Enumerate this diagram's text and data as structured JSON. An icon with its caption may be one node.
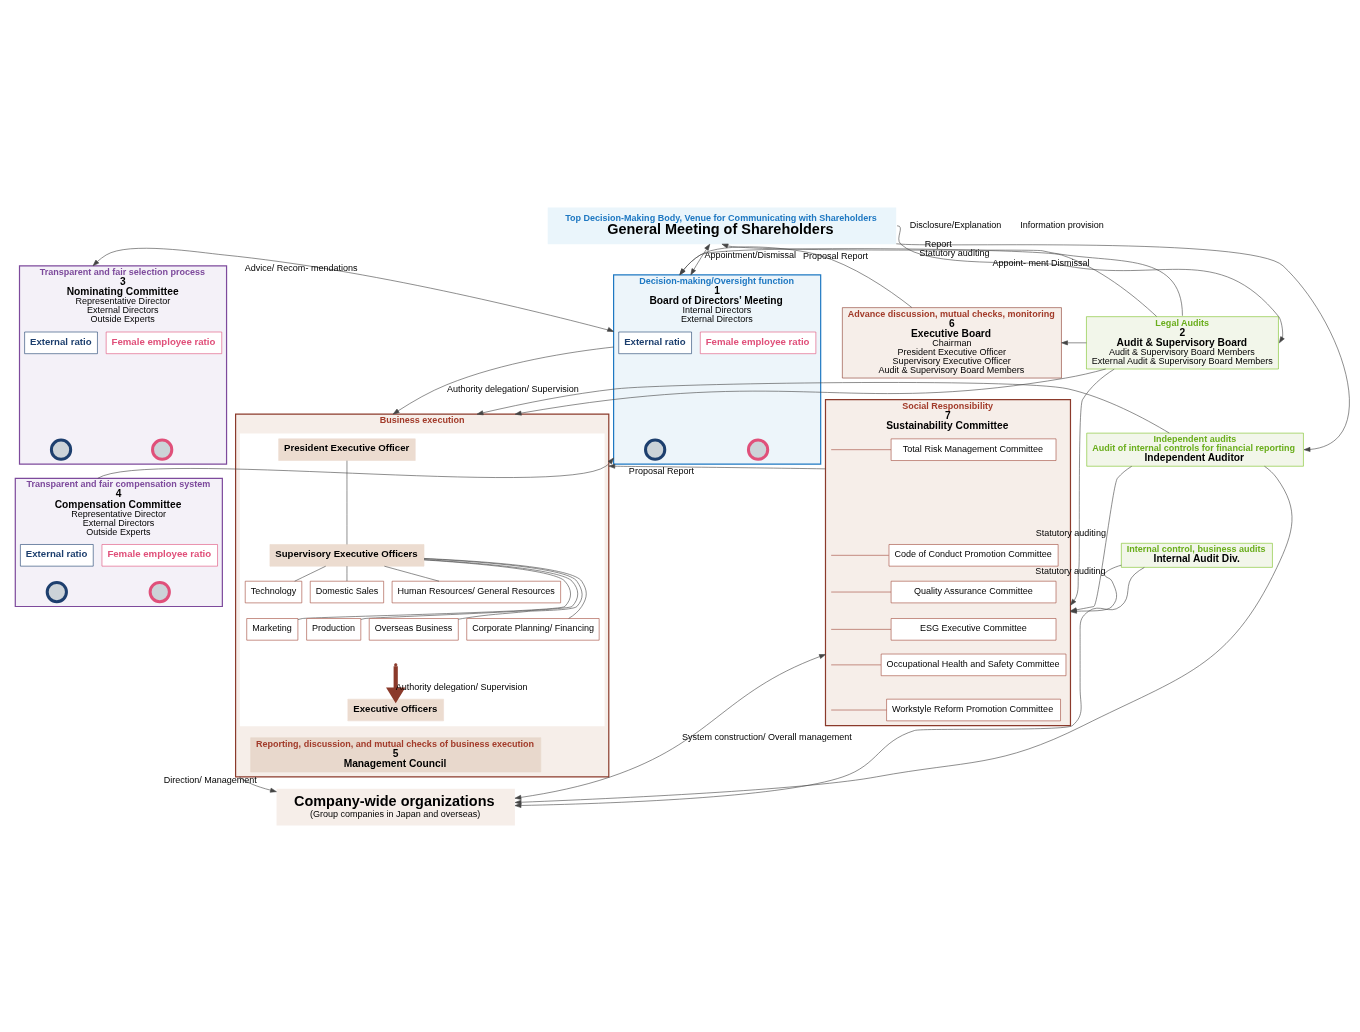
{
  "diagram": {
    "nodes": [
      {
        "text": [
          "Top Decision-Making Body, Venue for Communicating with Shareholders",
          "General Meeting of Shareholders"
        ]
      },
      {
        "text": [
          "Transparent and fair selection process",
          "3",
          "Nominating Committee",
          "Representative Director",
          "External Directors",
          "Outside Experts"
        ]
      },
      {
        "text": [
          "Female employee ratio"
        ],
        "in": 1
      },
      {
        "text": [
          "External ratio"
        ],
        "in": 1
      },
      {
        "text": [],
        "shape": "circle",
        "in": 1
      },
      {
        "text": [],
        "shape": "circle",
        "in": 1
      },
      {
        "text": [
          "Transparent and fair compensation system",
          "4",
          "Compensation Committee",
          "Representative Director",
          "External Directors",
          "Outside Experts"
        ]
      },
      {
        "text": [
          "Female employee ratio"
        ],
        "in": 6
      },
      {
        "text": [
          "External ratio"
        ],
        "in": 6
      },
      {
        "text": [],
        "shape": "circle",
        "in": 6
      },
      {
        "text": [],
        "shape": "circle",
        "in": 6
      },
      {
        "text": [
          "Decision-making/Oversight function",
          "1",
          "Board of Directors’ Meeting",
          "Internal Directors",
          "External Directors"
        ]
      },
      {
        "text": [
          "Female employee ratio"
        ],
        "in": 11
      },
      {
        "text": [
          "External ratio"
        ],
        "in": 11
      },
      {
        "text": [],
        "shape": "circle",
        "in": 11
      },
      {
        "text": [],
        "shape": "circle",
        "in": 11
      },
      {
        "text": [
          "Business execution"
        ]
      },
      {
        "text": [],
        "shape": "box",
        "in": 16
      },
      {
        "text": [
          "President Executive Officer"
        ],
        "in": 17
      },
      {
        "text": [
          "Supervisory Executive Officers"
        ],
        "in": 17
      },
      {
        "text": [
          "Technology"
        ],
        "in": 17
      },
      {
        "text": [
          "Domestic Sales"
        ],
        "in": 17
      },
      {
        "text": [
          "Human Resources/ General Resources"
        ],
        "in": 17
      },
      {
        "text": [
          "Marketing"
        ],
        "in": 17
      },
      {
        "text": [
          "Production"
        ],
        "in": 17
      },
      {
        "text": [
          "Overseas Business"
        ],
        "in": 17
      },
      {
        "text": [
          "Corporate Planning/ Financing"
        ],
        "in": 17
      },
      {
        "text": [
          "Executive Officers"
        ],
        "in": 17
      },
      {
        "text": [
          "Reporting, discussion, and mutual checks of business execution",
          "5",
          "Management Council"
        ],
        "in": 16
      },
      {
        "text": [
          "Advance discussion, mutual checks, monitoring",
          "6",
          "Executive Board",
          "Chairman",
          "President Executive Officer",
          "Supervisory Executive Officer",
          "Audit & Supervisory Board Members"
        ]
      },
      {
        "text": [
          "Social Responsibility",
          "7",
          "Sustainability Committee"
        ]
      },
      {
        "text": [
          "Total Risk Management Committee"
        ],
        "in": 30
      },
      {
        "text": [
          "Code of Conduct Promotion Committee"
        ],
        "in": 30
      },
      {
        "text": [
          "Quality Assurance Committee"
        ],
        "in": 30
      },
      {
        "text": [
          "ESG Executive Committee"
        ],
        "in": 30
      },
      {
        "text": [
          "Occupational Health and Safety Committee"
        ],
        "in": 30
      },
      {
        "text": [
          "Workstyle Reform Promotion Committee"
        ],
        "in": 30
      },
      {
        "text": [
          "Legal Audits",
          "2",
          "Audit & Supervisory Board",
          "Audit & Supervisory Board Members",
          "External Audit & Supervisory Board Members"
        ]
      },
      {
        "text": [
          "Independent audits",
          "Audit of internal controls for financial reporting",
          "Independent Auditor"
        ]
      },
      {
        "text": [
          "Internal control, business audits",
          "Internal Audit Div."
        ]
      },
      {
        "text": [
          "Company-wide organizations",
          "(Group companies in Japan and overseas)"
        ]
      }
    ],
    "edges": [
      {
        "from": 0,
        "to": 11,
        "arrow": "both",
        "label": "Appointment/Dismissal"
      },
      {
        "from": 1,
        "to": 11,
        "arrow": "both",
        "label": "Advice/ Recom- mendations"
      },
      {
        "from": 6,
        "to": 11,
        "arrow": "to"
      },
      {
        "from": 11,
        "to": 16,
        "arrow": "to",
        "label": "Authority delegation/ Supervision"
      },
      {
        "from": 18,
        "to": 19,
        "arrow": "none"
      },
      {
        "from": 19,
        "to": 20,
        "arrow": "none"
      },
      {
        "from": 19,
        "to": 21,
        "arrow": "none"
      },
      {
        "from": 19,
        "to": 22,
        "arrow": "none"
      },
      {
        "from": 19,
        "to": 23,
        "arrow": "none"
      },
      {
        "from": 19,
        "to": 24,
        "arrow": "none"
      },
      {
        "from": 19,
        "to": 25,
        "arrow": "none"
      },
      {
        "from": 19,
        "to": 26,
        "arrow": "none"
      },
      {
        "from": null,
        "to": 27,
        "arrow": "to",
        "label": "Authority delegation/ Supervision",
        "style": "thick",
        "color": "#8b3a2b"
      },
      {
        "from": 16,
        "to": 40,
        "arrow": "to",
        "label": "Direction/ Management"
      },
      {
        "from": 30,
        "to": 40,
        "arrow": "both",
        "label": "System construction/ Overall management"
      },
      {
        "from": 29,
        "to": 11,
        "arrow": "to",
        "label": "Proposal Report"
      },
      {
        "from": 30,
        "to": 16,
        "arrow": "to",
        "label": "Proposal Report"
      },
      {
        "from": 30,
        "to": 31,
        "arrow": "none",
        "color": "#a24a3a"
      },
      {
        "from": 30,
        "to": 32,
        "arrow": "none",
        "color": "#a24a3a"
      },
      {
        "from": 30,
        "to": 33,
        "arrow": "none",
        "color": "#a24a3a"
      },
      {
        "from": 30,
        "to": 34,
        "arrow": "none",
        "color": "#a24a3a"
      },
      {
        "from": 30,
        "to": 35,
        "arrow": "none",
        "color": "#a24a3a"
      },
      {
        "from": 30,
        "to": 36,
        "arrow": "none",
        "color": "#a24a3a"
      },
      {
        "from": 37,
        "to": 0,
        "arrow": "to",
        "label": "Report"
      },
      {
        "from": 0,
        "to": 37,
        "arrow": "to",
        "label": "Appoint- ment Dismissal"
      },
      {
        "from": 0,
        "to": 38,
        "arrow": "to"
      },
      {
        "from": 37,
        "to": 11,
        "arrow": "to",
        "label": "Statutory auditing"
      },
      {
        "from": 37,
        "to": 29,
        "arrow": "to"
      },
      {
        "from": 37,
        "to": 30,
        "arrow": "to"
      },
      {
        "from": 37,
        "to": 16,
        "arrow": "to"
      },
      {
        "from": 38,
        "to": 16,
        "arrow": "to"
      },
      {
        "from": 38,
        "to": 30,
        "arrow": "to",
        "label": "Statutory auditing"
      },
      {
        "from": 38,
        "to": 40,
        "arrow": "to"
      },
      {
        "from": 39,
        "to": 30,
        "arrow": "to",
        "label": "Statutory auditing"
      },
      {
        "from": 39,
        "to": 40,
        "arrow": "to"
      }
    ],
    "labels": [
      "Disclosure/Explanation",
      "Information provision"
    ]
  }
}
